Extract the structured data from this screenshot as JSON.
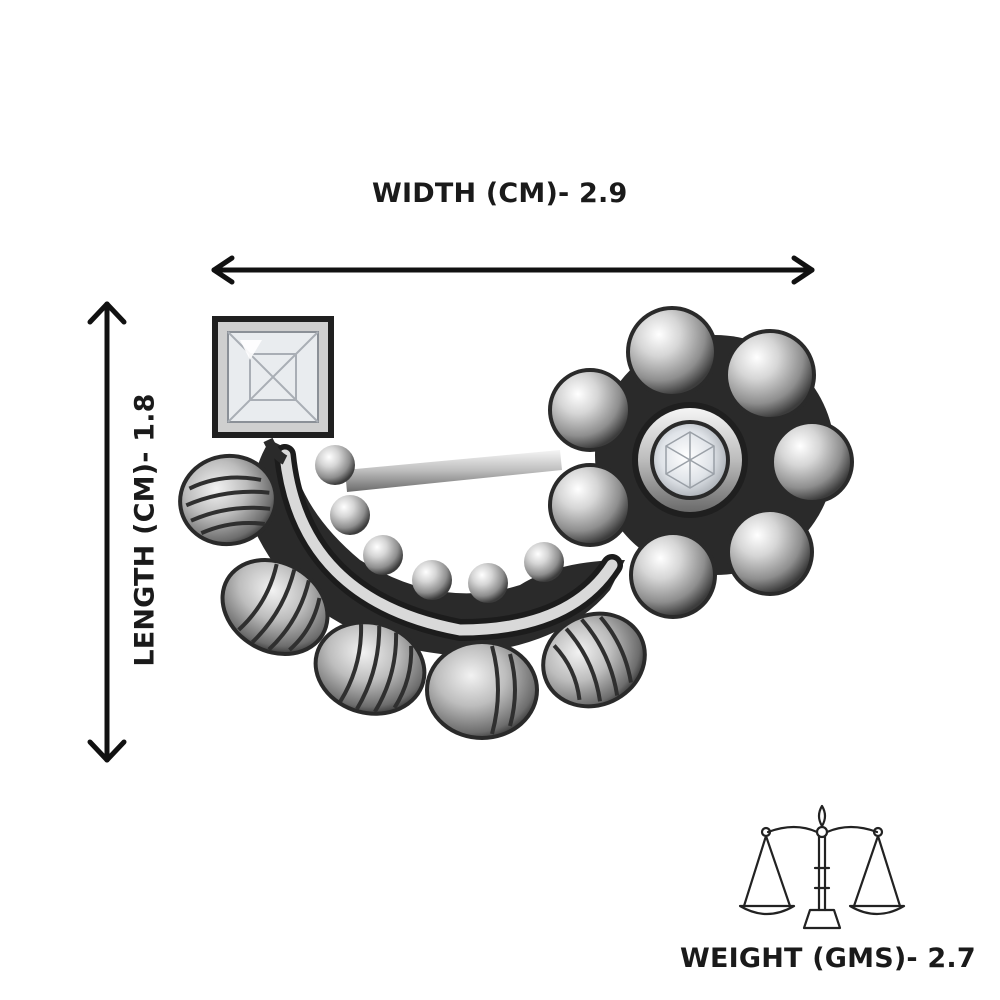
{
  "dimensions": {
    "width_label": "WIDTH (CM)- 2.9",
    "length_label": "LENGTH (CM)- 1.8",
    "weight_label": "WEIGHT (GMS)- 2.7"
  },
  "product": {
    "type": "oxidised silver nose pin",
    "stones": [
      "square clear stone",
      "round clear stone"
    ]
  },
  "icons": [
    "width-arrow-icon",
    "length-arrow-icon",
    "weighing-scale-icon"
  ],
  "colors": {
    "text": "#1a1a1a",
    "metal": "#c9c9c9",
    "oxidised": "#2a2a2a",
    "background": "#ffffff"
  }
}
